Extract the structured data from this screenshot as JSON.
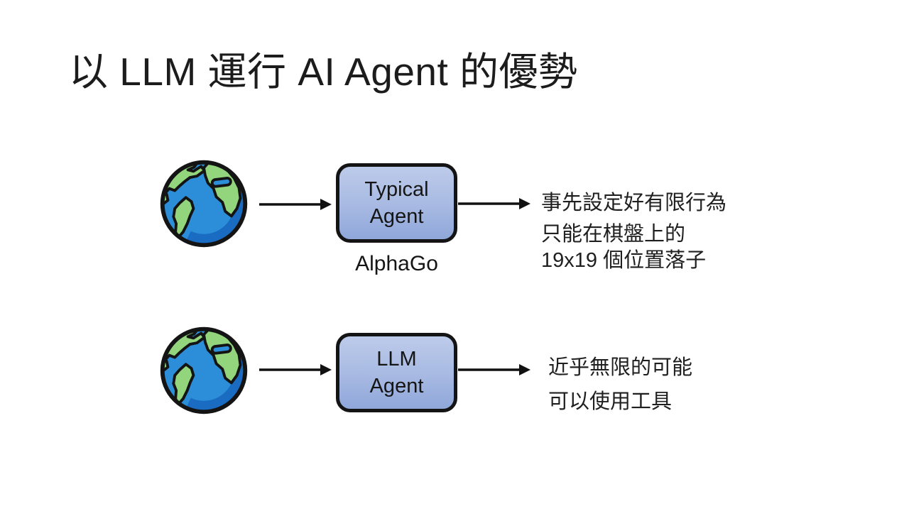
{
  "title": "以 LLM 運行 AI Agent 的優勢",
  "colors": {
    "background": "#ffffff",
    "text": "#1b1b1b",
    "box_fill_top": "#bdcbea",
    "box_fill_bottom": "#8fa7da",
    "box_border": "#141414",
    "arrow": "#111111",
    "earth_ocean": "#2c8ed8",
    "earth_ocean_shade": "#1a6cc2",
    "earth_land": "#92d57c",
    "earth_outline": "#141414"
  },
  "rows": [
    {
      "agent_label_lines": [
        "Typical",
        "Agent"
      ],
      "caption": "AlphaGo",
      "notes": [
        "事先設定好有限行為",
        "只能在棋盤上的",
        "19x19 個位置落子"
      ]
    },
    {
      "agent_label_lines": [
        "LLM",
        "Agent"
      ],
      "caption": "",
      "notes": [
        "近乎無限的可能",
        "可以使用工具"
      ]
    }
  ]
}
